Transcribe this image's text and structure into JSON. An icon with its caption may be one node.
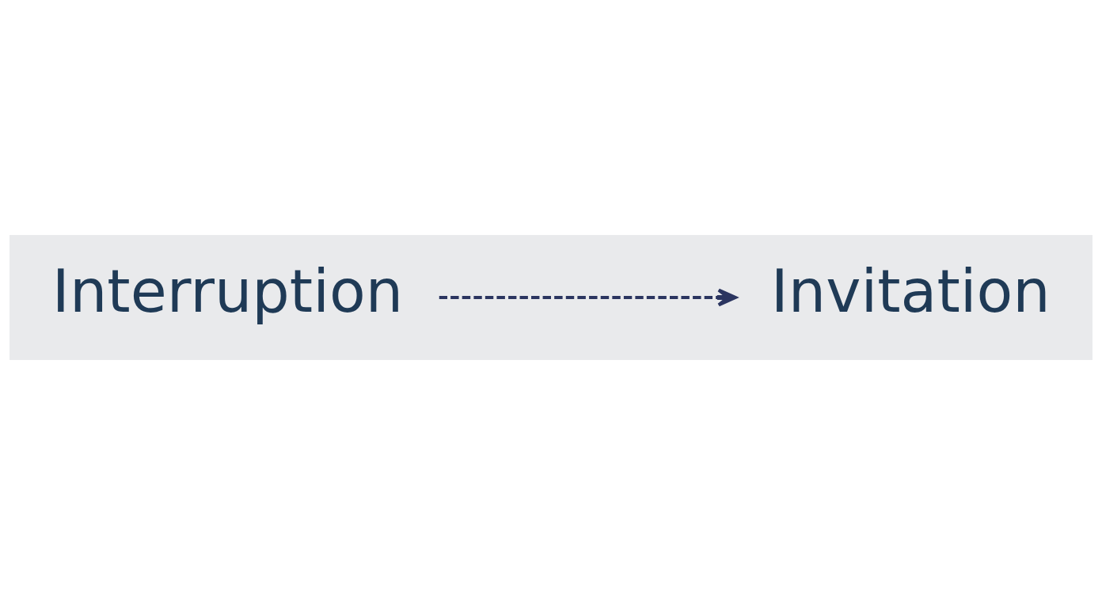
{
  "diagram": {
    "nodes": [
      {
        "text": [
          "Interruption"
        ]
      },
      {
        "text": [
          "Invitation"
        ]
      }
    ],
    "edges": [
      {
        "from": 0,
        "to": 1,
        "arrow": "to",
        "style": "dashed"
      }
    ]
  }
}
